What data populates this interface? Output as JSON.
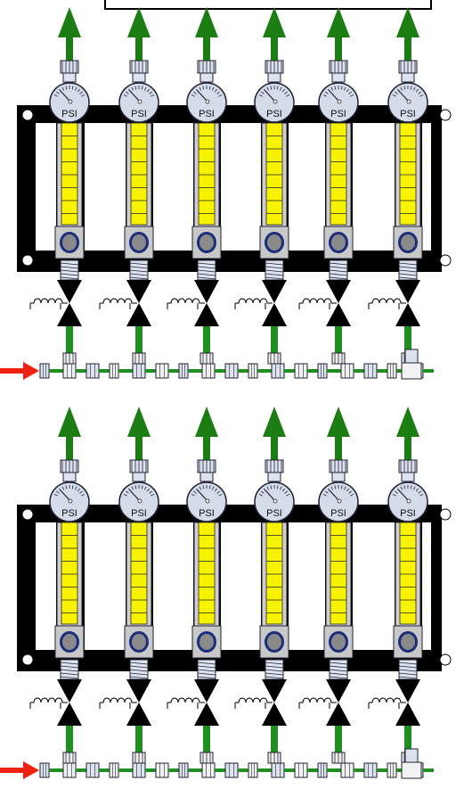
{
  "diagram": {
    "banks": [
      {
        "gauge_label": "PSI",
        "columns": 6,
        "inlet_arrow": "red-arrow-icon",
        "outlet_arrow": "green-arrow-icon"
      },
      {
        "gauge_label": "PSI",
        "columns": 6,
        "inlet_arrow": "red-arrow-icon",
        "outlet_arrow": "green-arrow-icon"
      }
    ]
  },
  "colors": {
    "frame": "#000000",
    "flow_arrow": "#1b7d12",
    "inlet_arrow": "#ee2211",
    "tube": "#f7f200",
    "gauge": "#d4dbe9",
    "fitting": "#dce3ef",
    "cap": "#f2f2f2",
    "knob": "#8a8a8a",
    "knob_ring": "#1a2e7a",
    "supply_pipe": "#1f8f1f"
  }
}
